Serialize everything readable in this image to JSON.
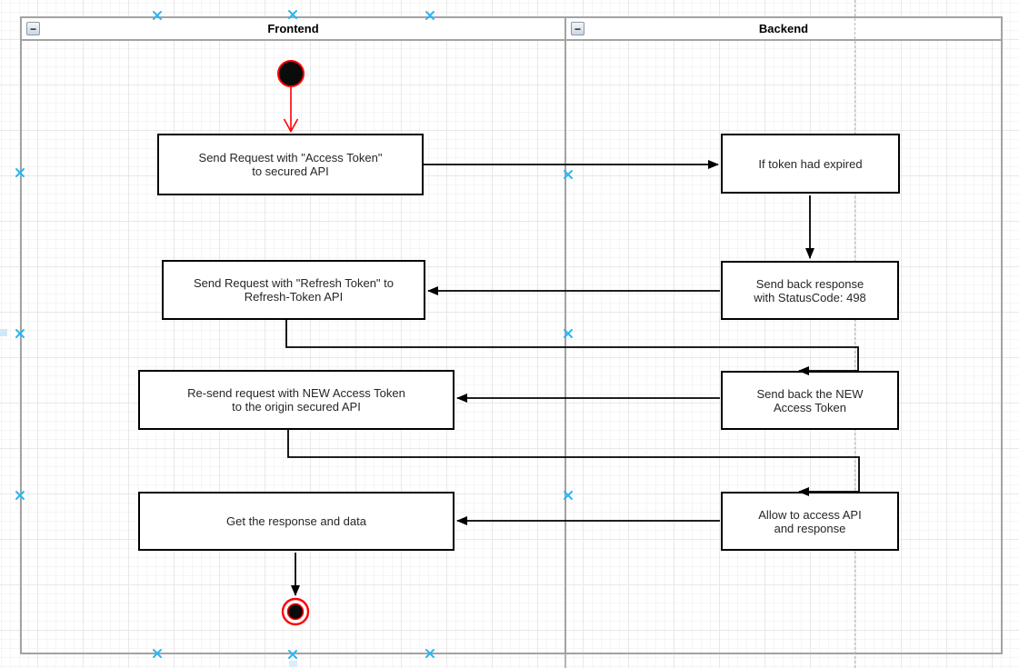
{
  "diagram": {
    "type": "swimlane-activity-diagram",
    "lanes": {
      "frontend": {
        "title": "Frontend"
      },
      "backend": {
        "title": "Backend"
      }
    },
    "icons": {
      "collapse_glyph": "−",
      "connection_point": "x-cross-icon"
    },
    "nodes": {
      "start": {
        "type": "initial-node"
      },
      "send_access": {
        "lane": "frontend",
        "label": "Send Request with \"Access Token\"\nto secured API"
      },
      "token_expired": {
        "lane": "backend",
        "label": "If token had expired"
      },
      "send_refresh": {
        "lane": "frontend",
        "label": "Send Request with \"Refresh Token\" to\nRefresh-Token API"
      },
      "status_498": {
        "lane": "backend",
        "label": "Send back response\nwith StatusCode: 498"
      },
      "resend_request": {
        "lane": "frontend",
        "label": "Re-send request with NEW Access Token\nto the origin secured API"
      },
      "new_token": {
        "lane": "backend",
        "label": "Send back the NEW\nAccess Token"
      },
      "get_response": {
        "lane": "frontend",
        "label": "Get the response and data"
      },
      "allow_access": {
        "lane": "backend",
        "label": "Allow to access API\nand response"
      },
      "end": {
        "type": "final-node"
      }
    },
    "edges": [
      {
        "from": "start",
        "to": "send_access",
        "color": "#ff0000",
        "head": "open"
      },
      {
        "from": "send_access",
        "to": "token_expired",
        "color": "#000000",
        "head": "filled"
      },
      {
        "from": "token_expired",
        "to": "status_498",
        "color": "#000000",
        "head": "filled"
      },
      {
        "from": "status_498",
        "to": "send_refresh",
        "color": "#000000",
        "head": "filled"
      },
      {
        "from": "send_refresh",
        "to": "new_token",
        "color": "#000000",
        "head": "filled"
      },
      {
        "from": "new_token",
        "to": "resend_request",
        "color": "#000000",
        "head": "filled"
      },
      {
        "from": "resend_request",
        "to": "allow_access",
        "color": "#000000",
        "head": "filled"
      },
      {
        "from": "allow_access",
        "to": "get_response",
        "color": "#000000",
        "head": "filled"
      },
      {
        "from": "get_response",
        "to": "end",
        "color": "#000000",
        "head": "filled"
      }
    ],
    "colors": {
      "node_fill": "#ffffff",
      "node_border": "#000000",
      "edge": "#000000",
      "start_end_accent": "#ff0000",
      "lane_border": "#a3a3a3",
      "connection_marker": "#29b6f2",
      "guide_dashed": "#b5b5b5"
    }
  }
}
